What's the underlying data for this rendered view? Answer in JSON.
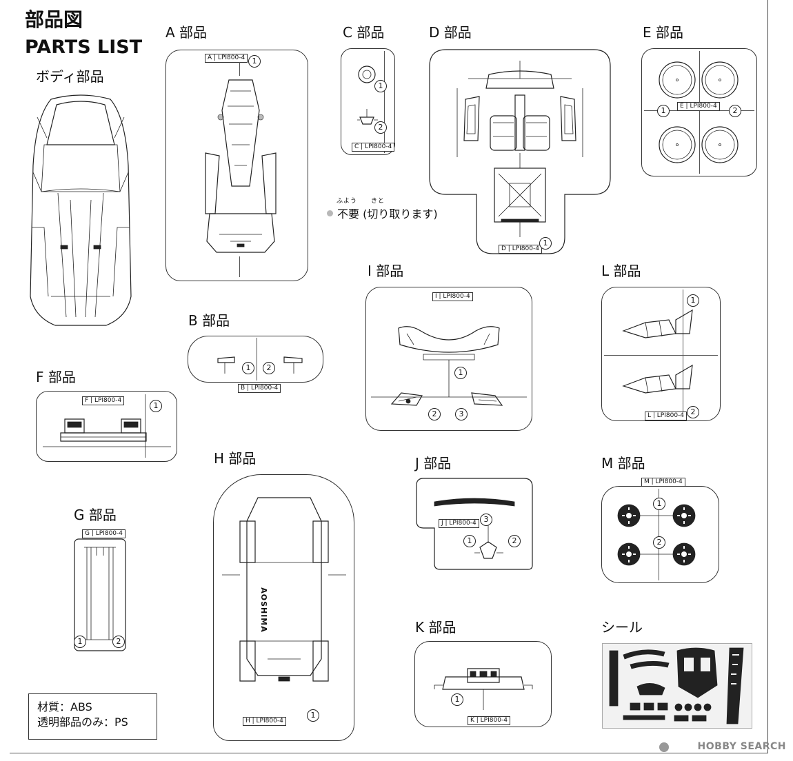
{
  "page": {
    "title": "部品図",
    "subtitle": "PARTS LIST"
  },
  "body_section": {
    "title": "ボディ部品"
  },
  "sections": {
    "A": {
      "title": "A 部品",
      "tag_letter": "A",
      "tag_code": "LPI800-4",
      "numbers": [
        "1"
      ]
    },
    "B": {
      "title": "B 部品",
      "tag_letter": "B",
      "tag_code": "LPI800-4",
      "numbers": [
        "1",
        "2"
      ]
    },
    "C": {
      "title": "C 部品",
      "tag_letter": "C",
      "tag_code": "LPI800-4",
      "numbers": [
        "1",
        "2"
      ]
    },
    "D": {
      "title": "D 部品",
      "tag_letter": "D",
      "tag_code": "LPI800-4",
      "numbers": [
        "1"
      ]
    },
    "E": {
      "title": "E 部品",
      "tag_letter": "E",
      "tag_code": "LPI800-4",
      "numbers": [
        "1",
        "2"
      ]
    },
    "F": {
      "title": "F 部品",
      "tag_letter": "F",
      "tag_code": "LPI800-4",
      "numbers": [
        "1"
      ]
    },
    "G": {
      "title": "G 部品",
      "tag_letter": "G",
      "tag_code": "LPI800-4",
      "numbers": [
        "1",
        "2"
      ]
    },
    "H": {
      "title": "H 部品",
      "tag_letter": "H",
      "tag_code": "LPI800-4",
      "numbers": [
        "1"
      ],
      "chassis_text": "AOSHIMA"
    },
    "I": {
      "title": "I 部品",
      "tag_letter": "I",
      "tag_code": "LPI800-4",
      "numbers": [
        "1",
        "2",
        "3"
      ]
    },
    "J": {
      "title": "J 部品",
      "tag_letter": "J",
      "tag_code": "LPI800-4",
      "numbers": [
        "1",
        "2",
        "3"
      ]
    },
    "K": {
      "title": "K 部品",
      "tag_letter": "K",
      "tag_code": "LPI800-4",
      "numbers": [
        "1"
      ]
    },
    "L": {
      "title": "L 部品",
      "tag_letter": "L",
      "tag_code": "LPI800-4",
      "numbers": [
        "1",
        "2"
      ]
    },
    "M": {
      "title": "M 部品",
      "tag_letter": "M",
      "tag_code": "LPI800-4",
      "numbers": [
        "1",
        "2"
      ]
    }
  },
  "sticker": {
    "title": "シール"
  },
  "note": {
    "ruby": "ふよう　　きと",
    "text": "不要 (切り取ります)"
  },
  "materials": {
    "line1": "材質：ABS",
    "line2": "透明部品のみ：PS"
  },
  "watermark": "HOBBY SEARCH",
  "colors": {
    "line": "#222222",
    "unneeded_marker": "#b8b8b8",
    "background": "#ffffff"
  }
}
